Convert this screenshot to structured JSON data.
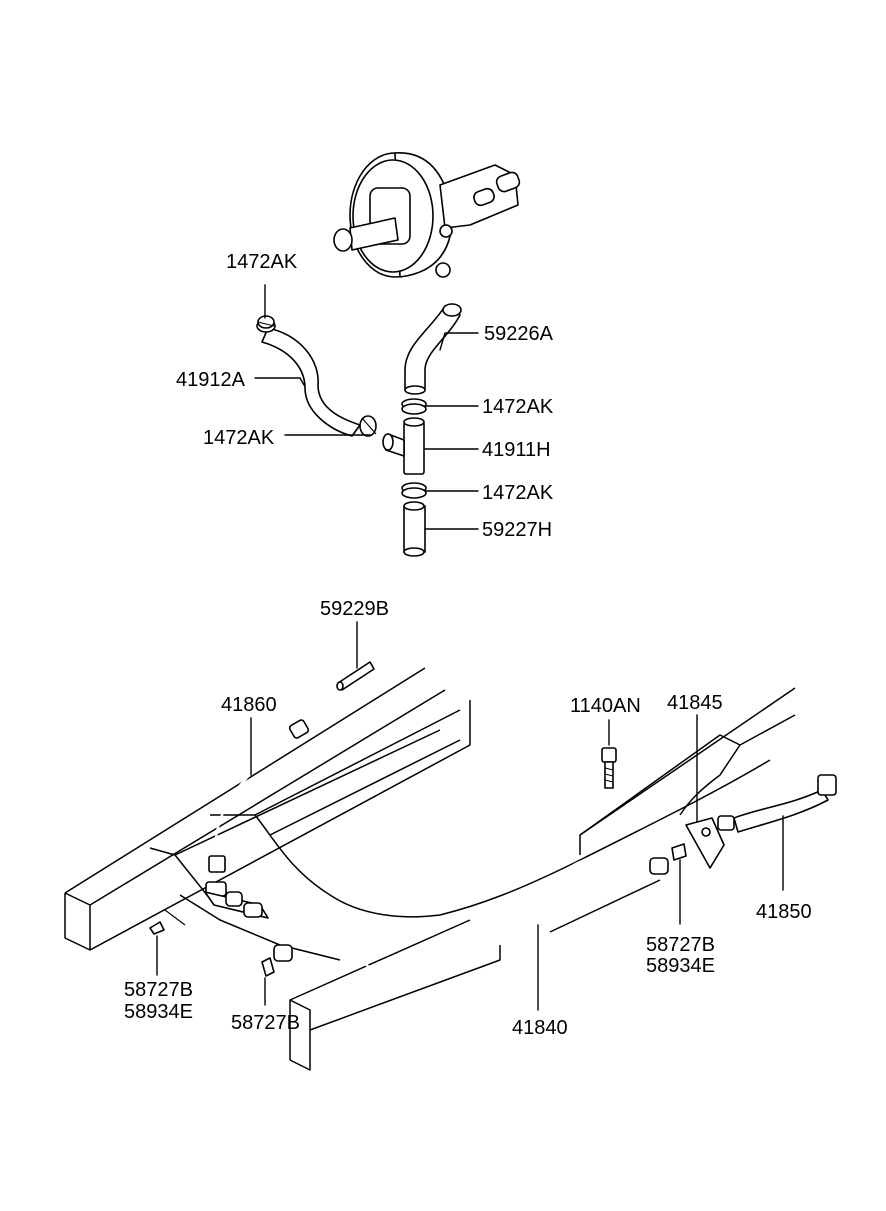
{
  "callouts": {
    "c1472ak_a": "1472AK",
    "c41912a": "41912A",
    "c1472ak_b": "1472AK",
    "c59226a": "59226A",
    "c1472ak_c": "1472AK",
    "c41911h": "41911H",
    "c1472ak_d": "1472AK",
    "c59227h": "59227H",
    "c59229b": "59229B",
    "c41860": "41860",
    "c1140an": "1140AN",
    "c41845": "41845",
    "c41850": "41850",
    "c58727b_a": "58727B",
    "c58934e_a": "58934E",
    "c58727b_b": "58727B",
    "c58727b_c": "58727B",
    "c58934e_c": "58934E",
    "c41840": "41840"
  }
}
